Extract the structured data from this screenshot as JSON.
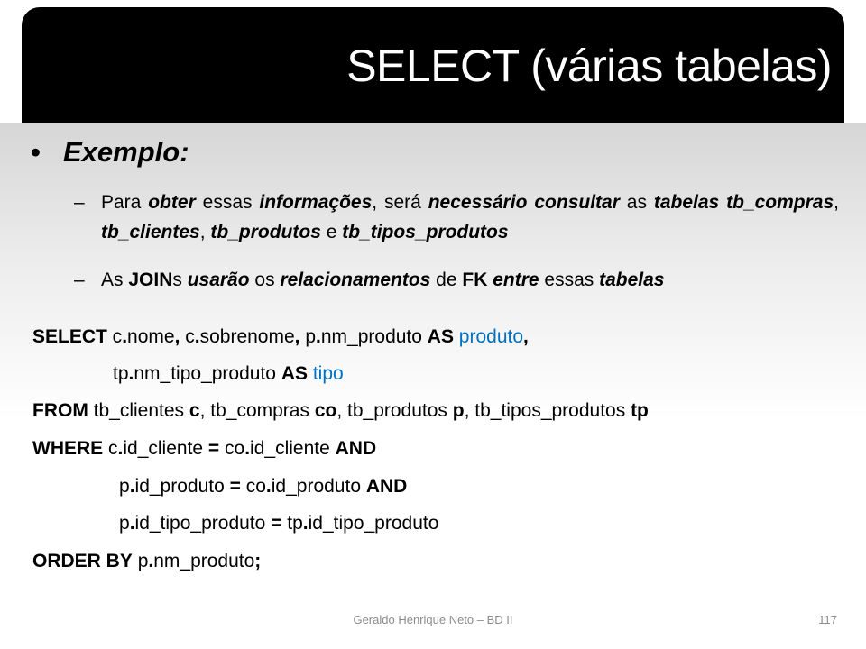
{
  "title": "SELECT (várias tabelas)",
  "bullet": {
    "symbol": "•",
    "text": "Exemplo:"
  },
  "sub1": {
    "dash": "–",
    "t1": "Para ",
    "t2": "obter",
    "t3": " essas ",
    "t4": "informações",
    "t5": ", será ",
    "t6": "necessário consultar",
    "t7": " as ",
    "t8": "tabelas tb_compras",
    "t9": ", ",
    "t10": "tb_clientes",
    "t11": ", ",
    "t12": "tb_produtos",
    "t13": " e ",
    "t14": "tb_tipos_produtos"
  },
  "sub2": {
    "dash": "–",
    "t1": "As ",
    "t2": "JOIN",
    "t3": "s ",
    "t4": "usarão",
    "t5": " os ",
    "t6": "relacionamentos",
    "t7": " de ",
    "t8": "FK",
    "t9": " ",
    "t10": "entre",
    "t11": " essas ",
    "t12": "tabelas"
  },
  "sql": {
    "line1": {
      "kw": "SELECT",
      "t1": " c",
      "d1": ".",
      "t2": "nome",
      "c1": ",",
      "t3": " c",
      "d2": ".",
      "t4": "sobrenome",
      "c2": ",",
      "t5": " p",
      "d3": ".",
      "t6": "nm_produto ",
      "as": "AS",
      "alias": " produto",
      "c3": ","
    },
    "line2": {
      "t1": "tp",
      "d1": ".",
      "t2": "nm_tipo_produto ",
      "as": "AS",
      "alias": " tipo"
    },
    "line3": {
      "kw": "FROM",
      "t1": " tb_clientes ",
      "a1": "c",
      "t2": ", tb_compras ",
      "a2": "co",
      "t3": ", tb_produtos ",
      "a3": "p",
      "t4": ", tb_tipos_produtos ",
      "a4": "tp"
    },
    "line4": {
      "kw": "WHERE",
      "t1": " c",
      "d1": ".",
      "t2": "id_cliente ",
      "eq": "=",
      "t3": " co",
      "d2": ".",
      "t4": "id_cliente ",
      "and": "AND"
    },
    "line5": {
      "t1": "p",
      "d1": ".",
      "t2": "id_produto ",
      "eq": "=",
      "t3": " co",
      "d2": ".",
      "t4": "id_produto ",
      "and": "AND"
    },
    "line6": {
      "t1": "p",
      "d1": ".",
      "t2": "id_tipo_produto ",
      "eq": "=",
      "t3": " tp",
      "d2": ".",
      "t4": "id_tipo_produto"
    },
    "line7": {
      "kw": "ORDER BY",
      "t1": " p",
      "d1": ".",
      "t2": "nm_produto",
      "semi": ";"
    }
  },
  "footer": {
    "text": "Geraldo Henrique Neto – BD II",
    "page": "117"
  },
  "colors": {
    "title_bar": "#000000",
    "alias": "#0070c0",
    "footer": "#8c8c8c"
  }
}
